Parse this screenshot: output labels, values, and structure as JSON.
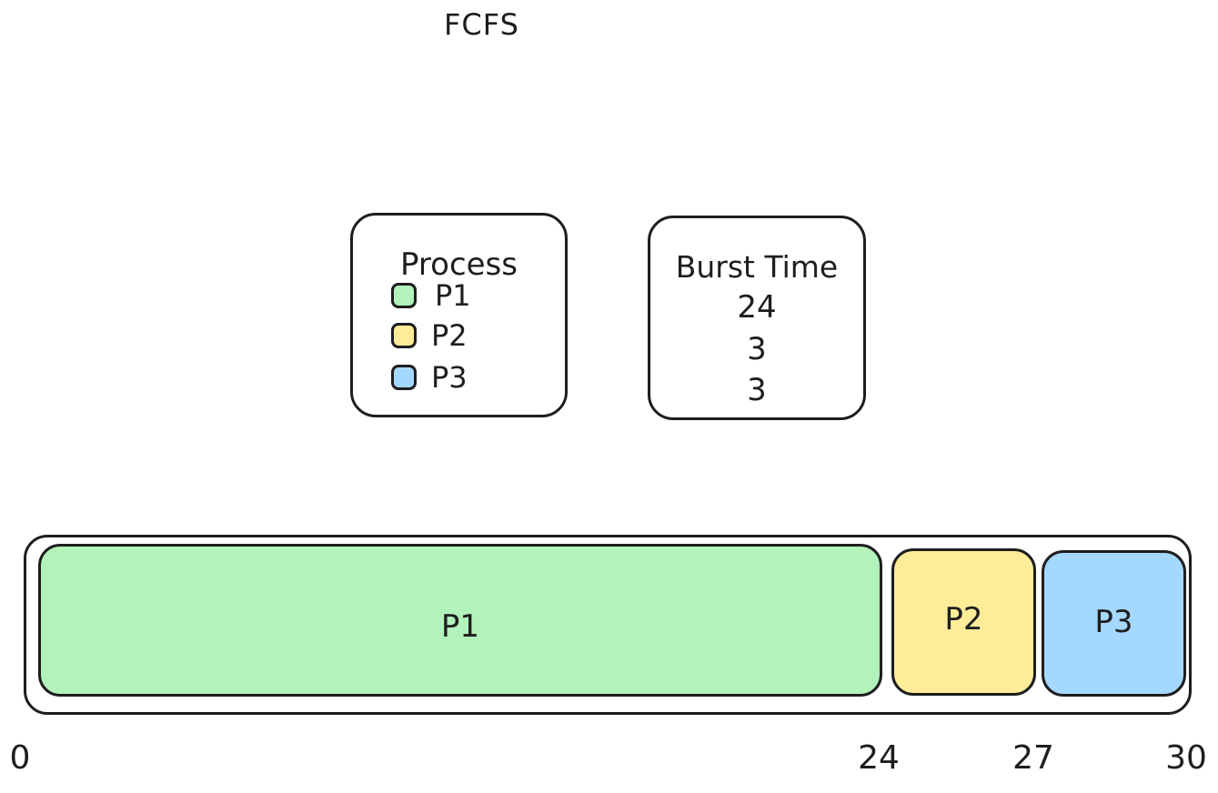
{
  "title": "FCFS",
  "colors": {
    "P1": "#b2f2bb",
    "P2": "#ffec99",
    "P3": "#a5d8ff",
    "stroke": "#1e1e1e"
  },
  "process_table": {
    "header": "Process",
    "items": [
      "P1",
      "P2",
      "P3"
    ]
  },
  "burst_table": {
    "header": "Burst Time",
    "values": [
      "24",
      "3",
      "3"
    ]
  },
  "gantt": {
    "blocks": [
      {
        "label": "P1",
        "start": 0,
        "end": 24
      },
      {
        "label": "P2",
        "start": 24,
        "end": 27
      },
      {
        "label": "P3",
        "start": 27,
        "end": 30
      }
    ],
    "ticks": [
      "0",
      "24",
      "27",
      "30"
    ]
  }
}
